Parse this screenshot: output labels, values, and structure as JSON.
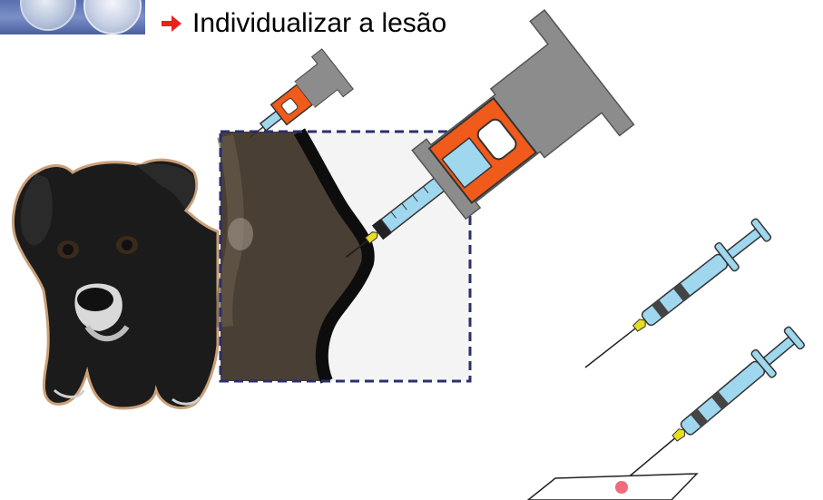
{
  "header": {
    "thumbnail_icon": "petri-dish-thumbnail",
    "arrow_icon": "red-arrow-right-icon",
    "title": "Individualizar a lesão"
  },
  "colors": {
    "arrow": "#e8231d",
    "syringe_body": "#9fd7ee",
    "syringe_barrel_orange": "#f05a1a",
    "plunger_grey": "#8c8c8c",
    "zoom_frame": "#2b2f6e",
    "slide_dot": "#f26b7a"
  },
  "illustration": {
    "subject": "dog",
    "tools": [
      "syringe",
      "syringe-with-holder",
      "microscope-slide"
    ]
  }
}
